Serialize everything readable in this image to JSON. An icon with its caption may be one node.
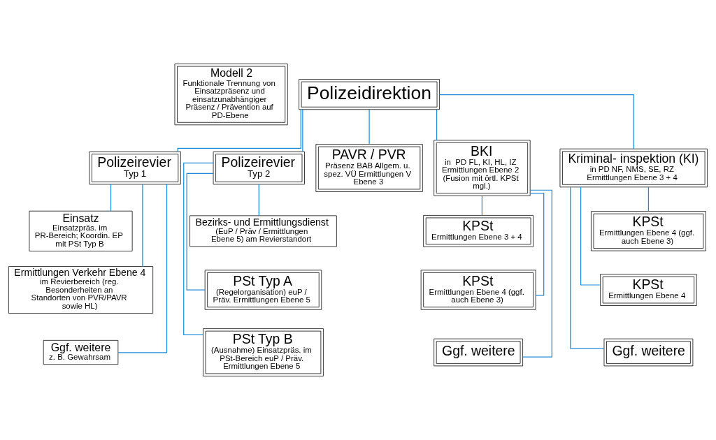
{
  "diagram": {
    "nodes": [
      {
        "text": [
          "Modell 2",
          "Funktionale Trennung von Einsatzpräsenz und einsatzunabhängiger Präsenz / Prävention auf PD-Ebene"
        ]
      },
      {
        "text": [
          "Polizeidirektion"
        ]
      },
      {
        "text": [
          "Polizeirevier",
          "Typ 1"
        ]
      },
      {
        "text": [
          "Polizeirevier",
          "Typ 2"
        ]
      },
      {
        "text": [
          "PAVR / PVR",
          "Präsenz BAB Allgem. u. spez. VÜ Ermittlungen V Ebene 3"
        ]
      },
      {
        "text": [
          "BKI",
          "in  PD FL, KI, HL, IZ Ermittlungen Ebene 2 (Fusion mit örtl. KPSt mgl.)"
        ]
      },
      {
        "text": [
          "Kriminal- inspektion (KI)",
          "in PD NF, NMS, SE, RZ Ermittlungen Ebene 3 + 4"
        ]
      },
      {
        "text": [
          "Einsatz",
          "Einsatzpräs. im PR-Bereich; Koordin. EP mit PSt Typ B"
        ]
      },
      {
        "text": [
          "Ermittlungen Verkehr Ebene 4",
          "im Revierbereich (reg. Besonderheiten an Standorten von PVR/PAVR sowie HL)"
        ]
      },
      {
        "text": [
          "Ggf. weitere",
          "z. B. Gewahrsam"
        ]
      },
      {
        "text": [
          "Bezirks- und Ermittlungsdienst",
          "(EuP / Präv / Ermittlungen Ebene 5) am Revierstandort"
        ]
      },
      {
        "text": [
          "PSt Typ A",
          "(Regelorganisation) euP / Präv. Ermittlungen Ebene 5"
        ]
      },
      {
        "text": [
          "PSt Typ B",
          "(Ausnahme) Einsatzpräs. im PSt-Bereich euP / Präv. Ermittlungen Ebene 5"
        ]
      },
      {
        "text": [
          "KPSt",
          "Ermittlungen Ebene 3 + 4"
        ]
      },
      {
        "text": [
          "KPSt",
          "Ermittlungen Ebene 4 (ggf. auch Ebene 3)"
        ]
      },
      {
        "text": [
          "Ggf. weitere"
        ]
      },
      {
        "text": [
          "KPSt",
          "Ermittlungen Ebene 4 (ggf. auch Ebene 3)"
        ]
      },
      {
        "text": [
          "KPSt",
          "Ermittlungen Ebene 4"
        ]
      },
      {
        "text": [
          "Ggf. weitere"
        ]
      }
    ],
    "edges": [
      {
        "from": 1,
        "to": 2,
        "arrow": "none"
      },
      {
        "from": 1,
        "to": 3,
        "arrow": "none"
      },
      {
        "from": 1,
        "to": 4,
        "arrow": "none"
      },
      {
        "from": 1,
        "to": 5,
        "arrow": "none"
      },
      {
        "from": 1,
        "to": 6,
        "arrow": "none"
      },
      {
        "from": 2,
        "to": 7,
        "arrow": "none"
      },
      {
        "from": 2,
        "to": 8,
        "arrow": "none"
      },
      {
        "from": 2,
        "to": 9,
        "arrow": "none"
      },
      {
        "from": 3,
        "to": 10,
        "arrow": "none"
      },
      {
        "from": 3,
        "to": 11,
        "arrow": "none"
      },
      {
        "from": 3,
        "to": 12,
        "arrow": "none"
      },
      {
        "from": 5,
        "to": 13,
        "arrow": "none"
      },
      {
        "from": 5,
        "to": 14,
        "arrow": "none"
      },
      {
        "from": 5,
        "to": 15,
        "arrow": "none"
      },
      {
        "from": 6,
        "to": 16,
        "arrow": "none"
      },
      {
        "from": 6,
        "to": 17,
        "arrow": "none"
      },
      {
        "from": 6,
        "to": 18,
        "arrow": "none"
      }
    ]
  }
}
